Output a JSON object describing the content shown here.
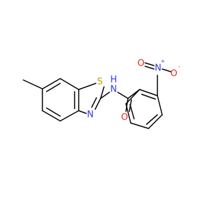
{
  "atoms": {
    "s1": {
      "label": "S",
      "color": "#b5a000"
    },
    "n_thiazole": {
      "label": "N",
      "color": "#2b39e6"
    },
    "n_amide": {
      "label": "N",
      "color": "#2b39e6"
    },
    "h_amide": {
      "label": "H",
      "color": "#2b39e6"
    },
    "o_amide": {
      "label": "O",
      "color": "#e8261a"
    },
    "n_nitro": {
      "label": "N",
      "color": "#2b39e6"
    },
    "n_nitro_charge": {
      "label": "+",
      "color": "#2b39e6"
    },
    "o_nitro_top": {
      "label": "O",
      "color": "#e8261a"
    },
    "o_nitro_side": {
      "label": "O",
      "color": "#e8261a"
    },
    "o_nitro_charge": {
      "label": "-",
      "color": "#e8261a"
    }
  },
  "colors": {
    "bond": "#000000",
    "background": "#ffffff"
  }
}
